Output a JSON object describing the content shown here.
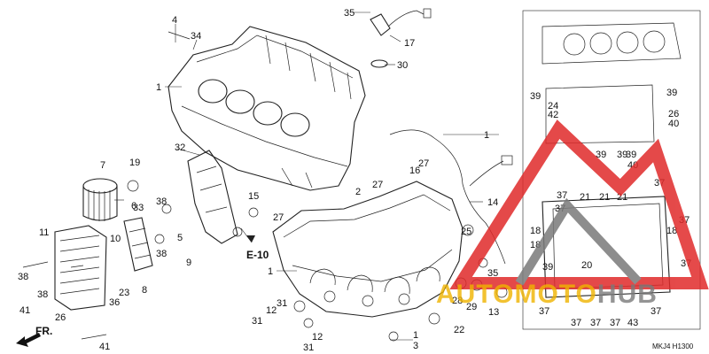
{
  "diagram": {
    "section_ref": "E-10",
    "direction_label": "FR.",
    "figure_code": "MKJ4 H1300"
  },
  "callouts": [
    "1",
    "1",
    "1",
    "1",
    "2",
    "3",
    "4",
    "5",
    "6",
    "7",
    "8",
    "9",
    "10",
    "11",
    "12",
    "12",
    "13",
    "14",
    "15",
    "16",
    "17",
    "18",
    "18",
    "18",
    "19",
    "20",
    "21",
    "21",
    "21",
    "22",
    "23",
    "24",
    "25",
    "26",
    "26",
    "27",
    "27",
    "27",
    "28",
    "29",
    "30",
    "31",
    "31",
    "31",
    "32",
    "33",
    "34",
    "35",
    "35",
    "36",
    "37",
    "37",
    "37",
    "37",
    "37",
    "37",
    "37",
    "37",
    "37",
    "37",
    "38",
    "38",
    "38",
    "38",
    "39",
    "39",
    "39",
    "39",
    "39",
    "39",
    "40",
    "40",
    "41",
    "41",
    "42",
    "43"
  ],
  "watermark": {
    "text_left": "AUTO",
    "text_middle": "MOTO",
    "text_right": "HUB",
    "colors": {
      "logo_red": "#e02a2a",
      "logo_gray": "#7a7a7a",
      "text_gold": "#f0b400"
    }
  }
}
